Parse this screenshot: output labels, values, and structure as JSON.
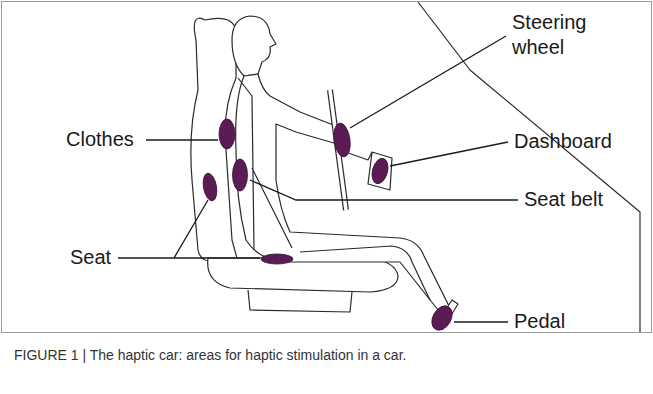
{
  "diagram": {
    "caption": "FIGURE 1 | The haptic car: areas for haptic stimulation in a car.",
    "labels": [
      "Steering wheel",
      "Dashboard",
      "Seat belt",
      "Pedal",
      "Clothes",
      "Seat"
    ]
  }
}
